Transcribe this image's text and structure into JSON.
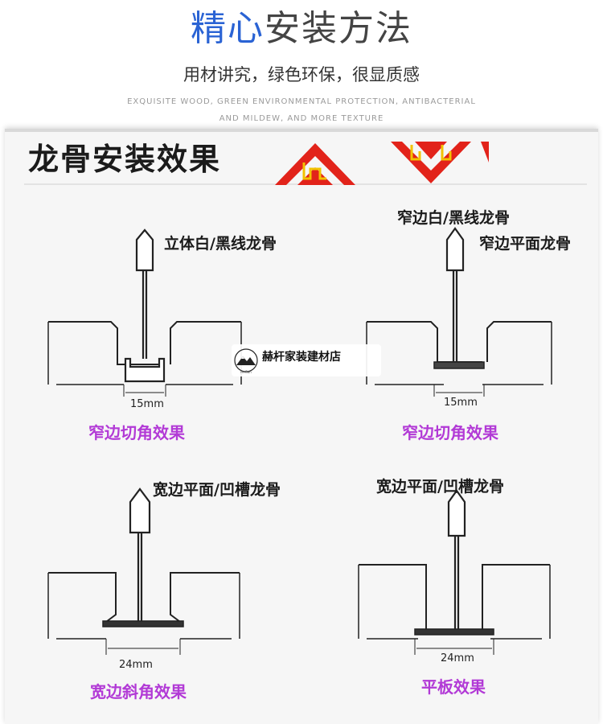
{
  "header": {
    "title_highlight": "精心",
    "title_rest": "安装方法",
    "subtitle": "用材讲究，绿色环保，很显质感",
    "english_line1": "EXQUISITE WOOD, GREEN ENVIRONMENTAL PROTECTION, ANTIBACTERIAL",
    "english_line2": "AND MILDEW, AND MORE TEXTURE"
  },
  "section": {
    "title": "龙骨安装效果"
  },
  "diagrams": [
    {
      "labels": [
        "立体白/黑线龙骨"
      ],
      "dimension": "15mm",
      "caption": "窄边切角效果"
    },
    {
      "labels": [
        "窄边白/黑线龙骨",
        "窄边平面龙骨"
      ],
      "dimension": "15mm",
      "caption": "窄边切角效果"
    },
    {
      "labels": [
        "宽边平面/凹槽龙骨"
      ],
      "dimension": "24mm",
      "caption": "宽边斜角效果"
    },
    {
      "labels": [
        "宽边平面/凹槽龙骨"
      ],
      "dimension": "24mm",
      "caption": "平板效果"
    }
  ],
  "watermark": {
    "text": "赫杆家装建材店",
    "sub": "HeGan"
  },
  "colors": {
    "accent_blue": "#2a63d4",
    "caption_purple": "#b23ad6",
    "deco_red": "#e2231a",
    "deco_gold": "#f2c200"
  }
}
